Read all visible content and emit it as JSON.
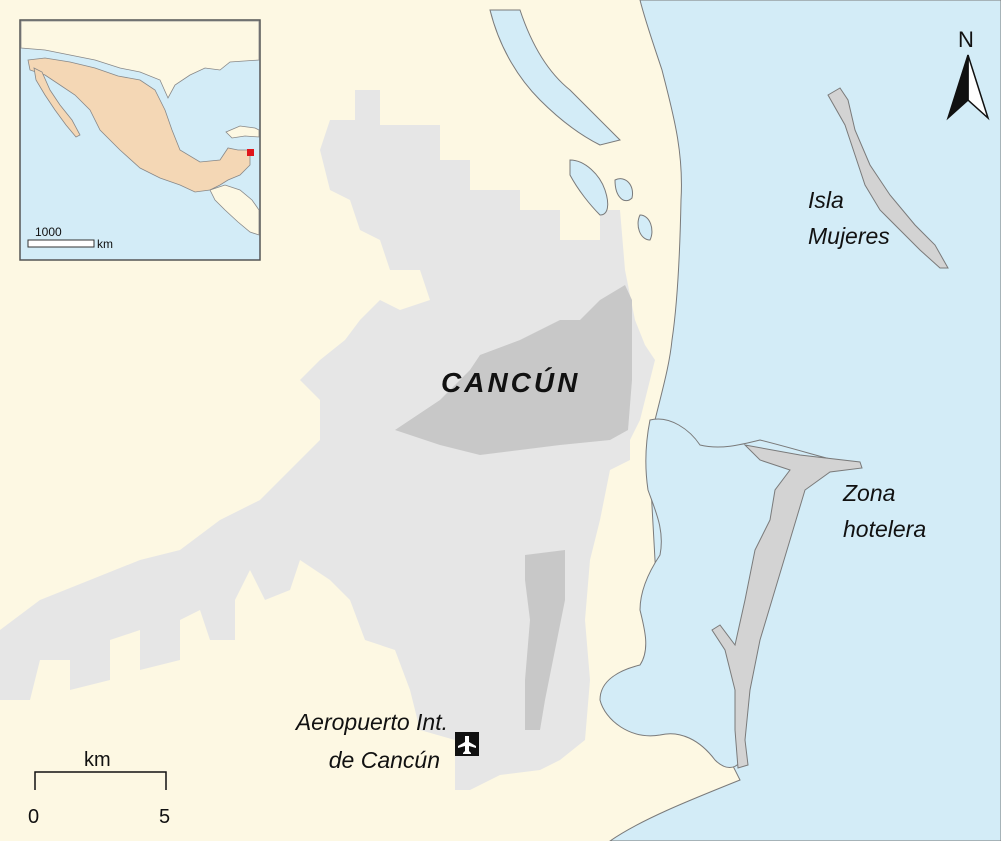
{
  "labels": {
    "city": "CANCÚN",
    "island_line1": "Isla",
    "island_line2": "Mujeres",
    "zone_line1": "Zona",
    "zone_line2": "hotelera",
    "airport_line1": "Aeropuerto Int.",
    "airport_line2": "de Cancún"
  },
  "north_arrow": {
    "label": "N"
  },
  "scale_bar": {
    "unit": "km",
    "min": "0",
    "max": "5"
  },
  "inset": {
    "scale_value": "1000",
    "scale_unit": "km"
  },
  "colors": {
    "land": "#fdf8e3",
    "water": "#d3ecf7",
    "urban": "#e6e6e6",
    "downtown": "#c8c8c8",
    "island": "#d3d3d3",
    "mexico": "#f4d7b5",
    "marker": "#e0161b"
  }
}
